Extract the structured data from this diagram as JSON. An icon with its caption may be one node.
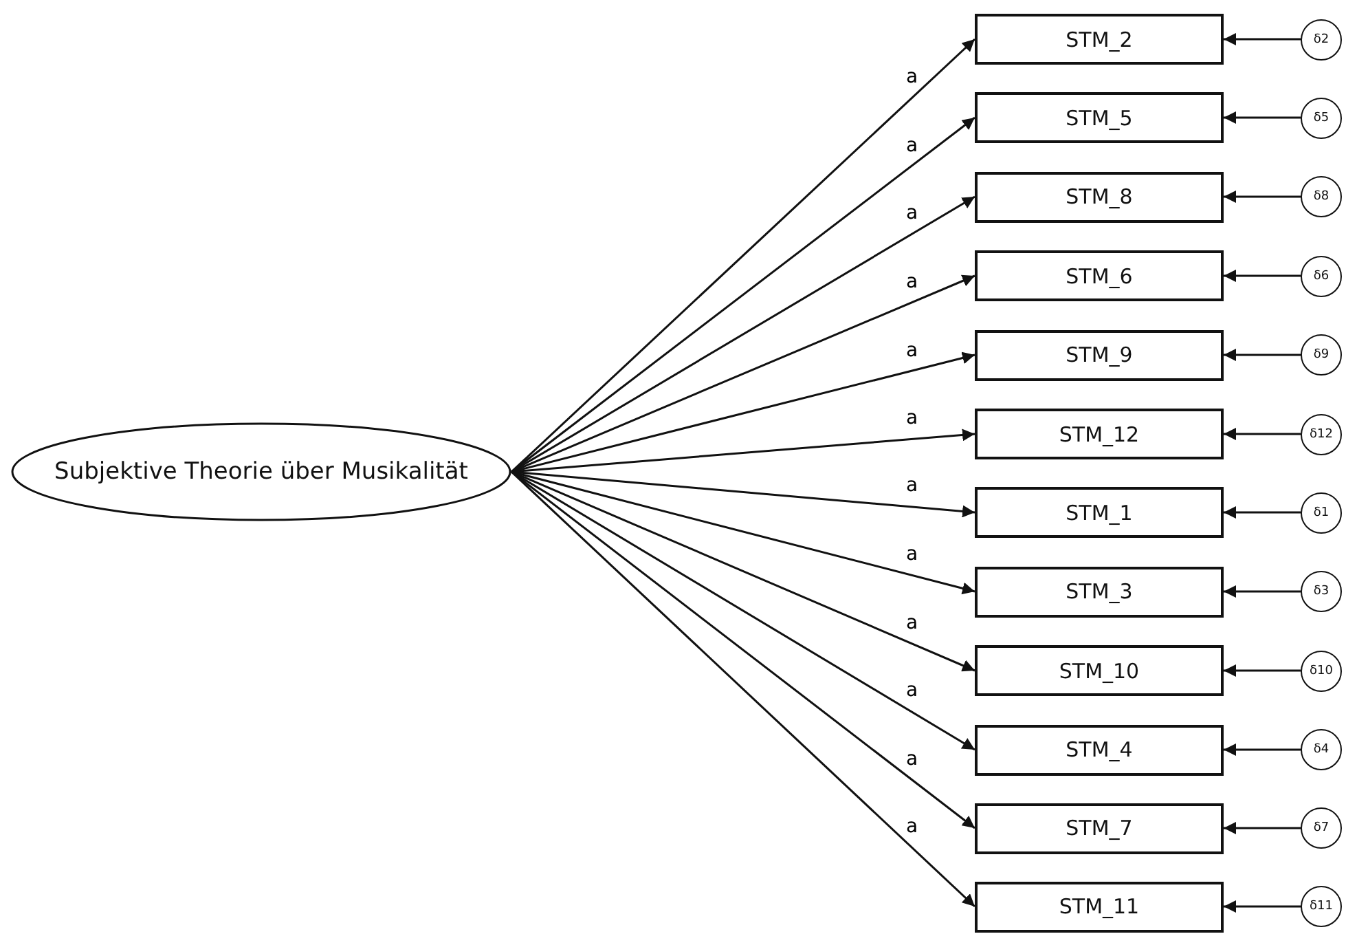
{
  "diagram": {
    "nodes": [
      {
        "text": [
          "Subjektive Theorie über Musikalität"
        ]
      },
      {
        "text": [
          "STM_2"
        ]
      },
      {
        "text": [
          "STM_5"
        ]
      },
      {
        "text": [
          "STM_8"
        ]
      },
      {
        "text": [
          "STM_6"
        ]
      },
      {
        "text": [
          "STM_9"
        ]
      },
      {
        "text": [
          "STM_12"
        ]
      },
      {
        "text": [
          "STM_1"
        ]
      },
      {
        "text": [
          "STM_3"
        ]
      },
      {
        "text": [
          "STM_10"
        ]
      },
      {
        "text": [
          "STM_4"
        ]
      },
      {
        "text": [
          "STM_7"
        ]
      },
      {
        "text": [
          "STM_11"
        ]
      },
      {
        "text": [
          "δ2"
        ]
      },
      {
        "text": [
          "δ5"
        ]
      },
      {
        "text": [
          "δ8"
        ]
      },
      {
        "text": [
          "δ6"
        ]
      },
      {
        "text": [
          "δ9"
        ]
      },
      {
        "text": [
          "δ12"
        ]
      },
      {
        "text": [
          "δ1"
        ]
      },
      {
        "text": [
          "δ3"
        ]
      },
      {
        "text": [
          "δ10"
        ]
      },
      {
        "text": [
          "δ4"
        ]
      },
      {
        "text": [
          "δ7"
        ]
      },
      {
        "text": [
          "δ11"
        ]
      }
    ],
    "edges": [
      {
        "from": 0,
        "to": 1,
        "arrow": "to",
        "label": "a"
      },
      {
        "from": 0,
        "to": 2,
        "arrow": "to",
        "label": "a"
      },
      {
        "from": 0,
        "to": 3,
        "arrow": "to",
        "label": "a"
      },
      {
        "from": 0,
        "to": 4,
        "arrow": "to",
        "label": "a"
      },
      {
        "from": 0,
        "to": 5,
        "arrow": "to",
        "label": "a"
      },
      {
        "from": 0,
        "to": 6,
        "arrow": "to",
        "label": "a"
      },
      {
        "from": 0,
        "to": 7,
        "arrow": "to",
        "label": "a"
      },
      {
        "from": 0,
        "to": 8,
        "arrow": "to",
        "label": "a"
      },
      {
        "from": 0,
        "to": 9,
        "arrow": "to",
        "label": "a"
      },
      {
        "from": 0,
        "to": 10,
        "arrow": "to",
        "label": "a"
      },
      {
        "from": 0,
        "to": 11,
        "arrow": "to",
        "label": "a"
      },
      {
        "from": 0,
        "to": 12,
        "arrow": "to",
        "label": "a"
      },
      {
        "from": 13,
        "to": 1,
        "arrow": "to"
      },
      {
        "from": 14,
        "to": 2,
        "arrow": "to"
      },
      {
        "from": 15,
        "to": 3,
        "arrow": "to"
      },
      {
        "from": 16,
        "to": 4,
        "arrow": "to"
      },
      {
        "from": 17,
        "to": 5,
        "arrow": "to"
      },
      {
        "from": 18,
        "to": 6,
        "arrow": "to"
      },
      {
        "from": 19,
        "to": 7,
        "arrow": "to"
      },
      {
        "from": 20,
        "to": 8,
        "arrow": "to"
      },
      {
        "from": 21,
        "to": 9,
        "arrow": "to"
      },
      {
        "from": 22,
        "to": 10,
        "arrow": "to"
      },
      {
        "from": 23,
        "to": 11,
        "arrow": "to"
      },
      {
        "from": 24,
        "to": 12,
        "arrow": "to"
      }
    ]
  }
}
